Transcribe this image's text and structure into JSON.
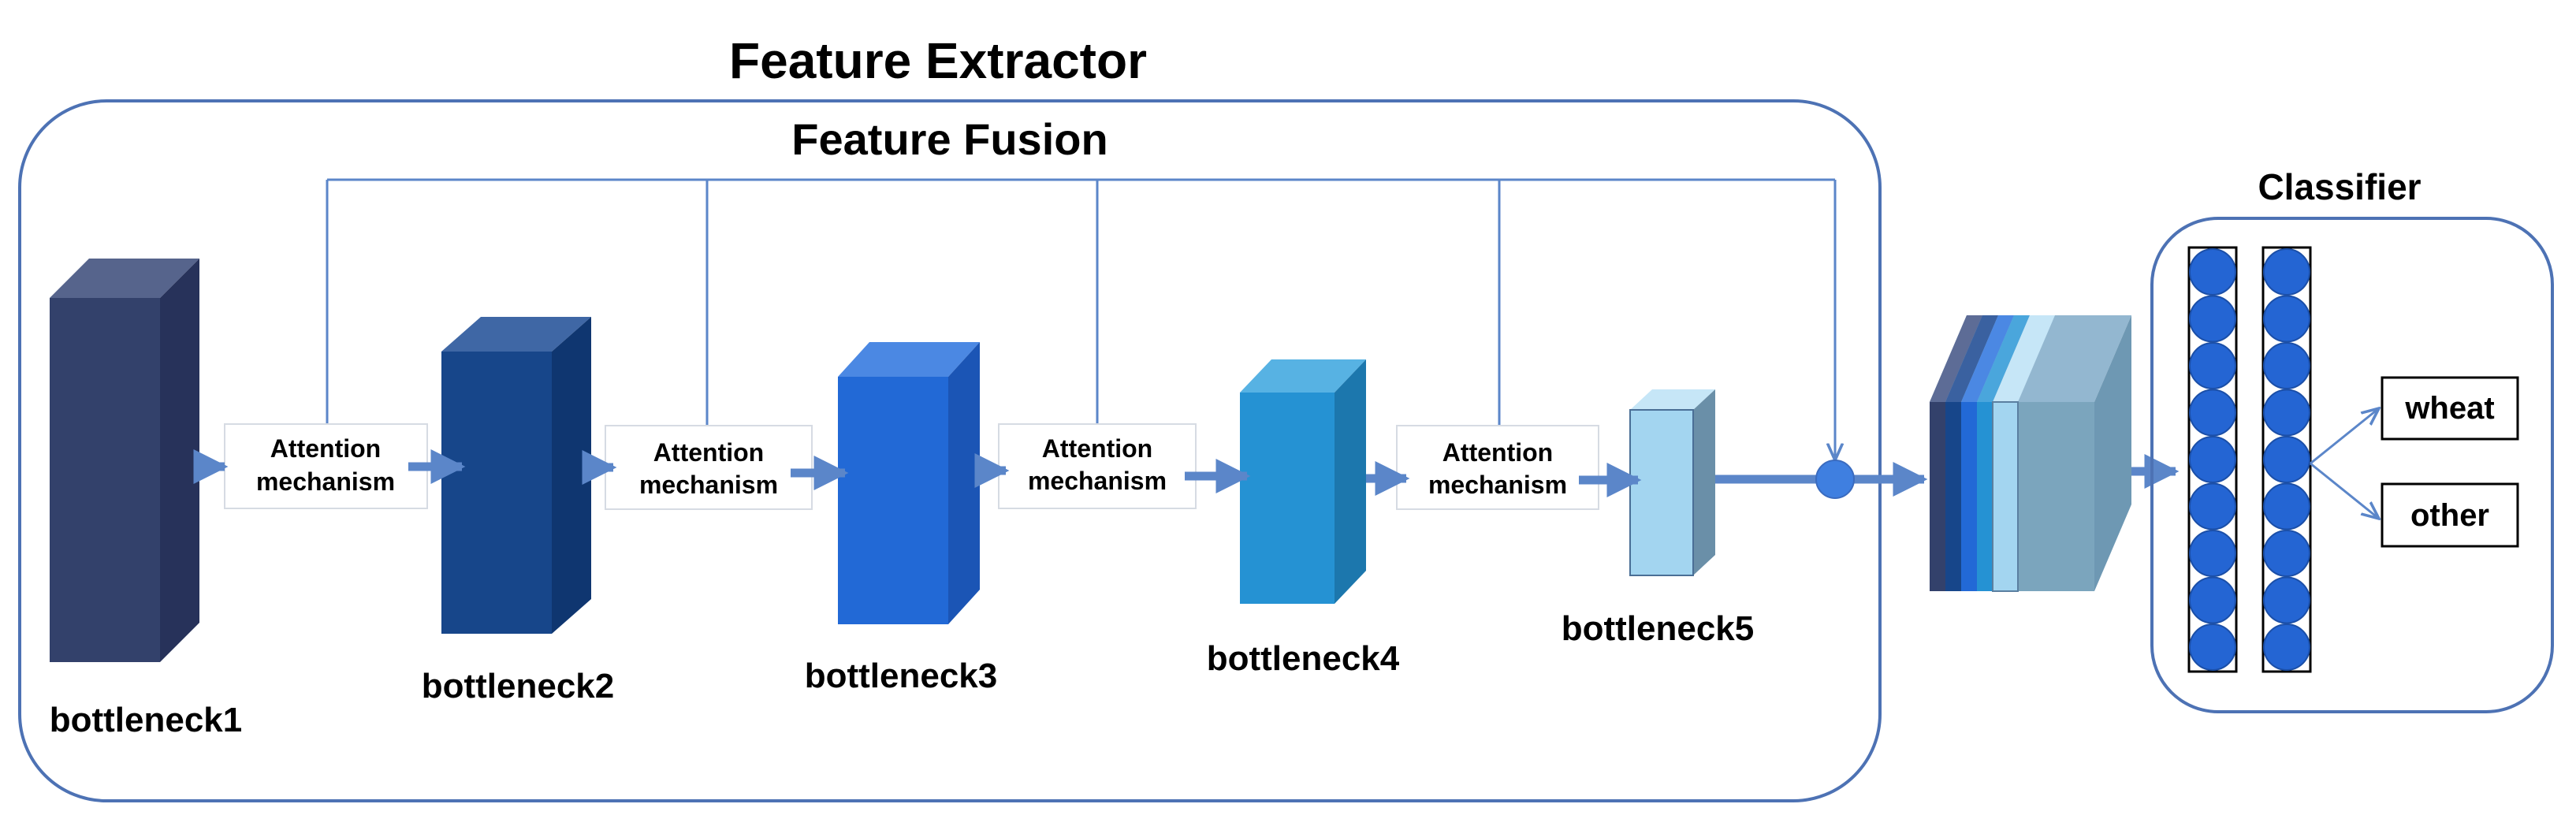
{
  "titles": {
    "feature_extractor": "Feature Extractor",
    "feature_fusion": "Feature Fusion",
    "classifier": "Classifier"
  },
  "blocks": [
    {
      "label": "bottleneck1",
      "colors": {
        "front": "#33416b",
        "top": "#56648c",
        "side": "#27325a"
      }
    },
    {
      "label": "bottleneck2",
      "colors": {
        "front": "#17468a",
        "top": "#3f67a5",
        "side": "#0f3670"
      }
    },
    {
      "label": "bottleneck3",
      "colors": {
        "front": "#2269d6",
        "top": "#4b88e3",
        "side": "#1b55b5"
      }
    },
    {
      "label": "bottleneck4",
      "colors": {
        "front": "#2592d3",
        "top": "#57b2e3",
        "side": "#1c77ad"
      }
    },
    {
      "label": "bottleneck5",
      "colors": {
        "front": "#a3d5f0",
        "top": "#c6e6f7",
        "side": "#6a8fa8"
      }
    }
  ],
  "attention": [
    {
      "line1": "Attention",
      "line2": "mechanism"
    },
    {
      "line1": "Attention",
      "line2": "mechanism"
    },
    {
      "line1": "Attention",
      "line2": "mechanism"
    },
    {
      "line1": "Attention",
      "line2": "mechanism"
    }
  ],
  "outputs": [
    "wheat",
    "other"
  ],
  "colors": {
    "connector": "#5b86c9",
    "container_border": "#4d72b4",
    "neuron": "#2465d3",
    "fused_back": "#7ba5bd"
  }
}
